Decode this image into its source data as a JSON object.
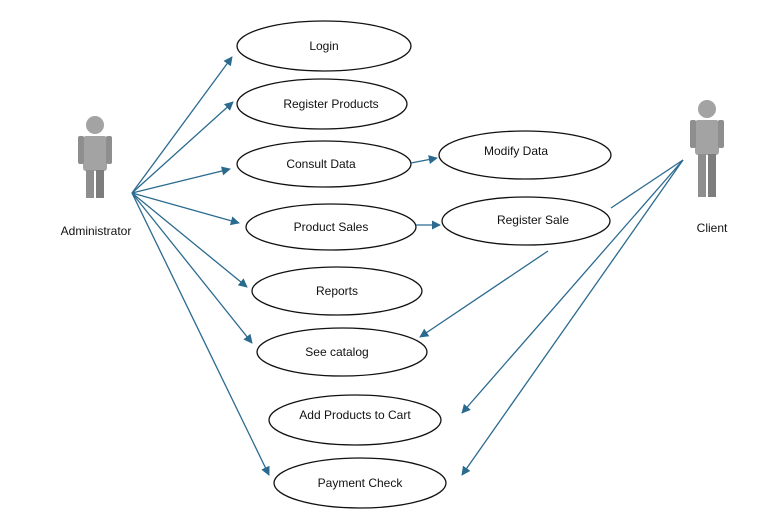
{
  "actors": {
    "administrator": "Administrator",
    "client": "Client"
  },
  "use_cases": {
    "login": "Login",
    "register_products": "Register Products",
    "consult_data": "Consult Data",
    "modify_data": "Modify Data",
    "product_sales": "Product Sales",
    "register_sale": "Register Sale",
    "reports": "Reports",
    "see_catalog": "See catalog",
    "add_to_cart": "Add Products to Cart",
    "payment_check": "Payment Check"
  },
  "colors": {
    "line": "#2b6a8f",
    "ellipse_stroke": "#111111",
    "actor_fill": "#a3a3a3",
    "actor_shade": "#7d7d7d"
  }
}
